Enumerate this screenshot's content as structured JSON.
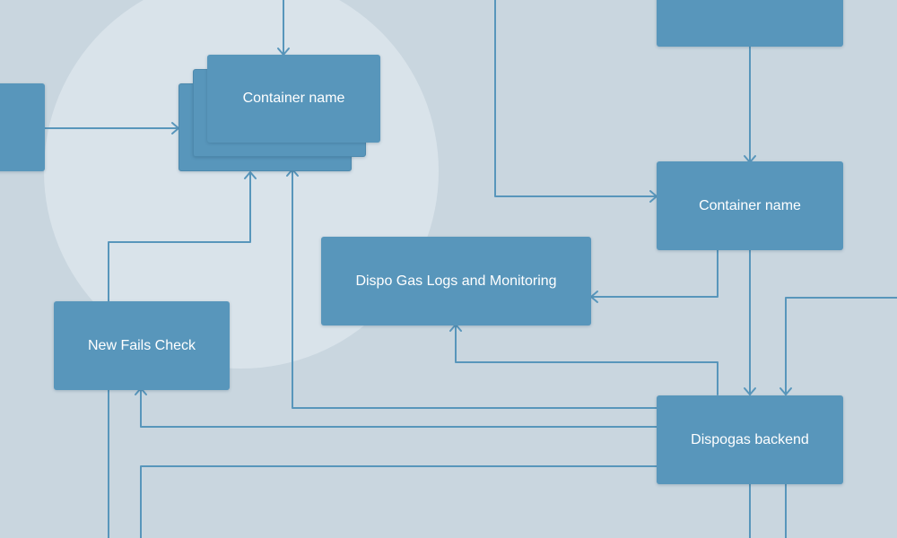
{
  "colors": {
    "background": "#c9d6df",
    "highlight_circle": "#d9e3ea",
    "node_fill": "#5896bb",
    "connector": "#5896bb",
    "text": "#ffffff"
  },
  "nodes": {
    "top_container": {
      "label": "Container name"
    },
    "right_container": {
      "label": "Container name"
    },
    "logs_monitoring": {
      "label": "Dispo Gas Logs and Monitoring"
    },
    "fails_check": {
      "label": "New Fails Check"
    },
    "backend": {
      "label": "Dispogas backend"
    }
  }
}
